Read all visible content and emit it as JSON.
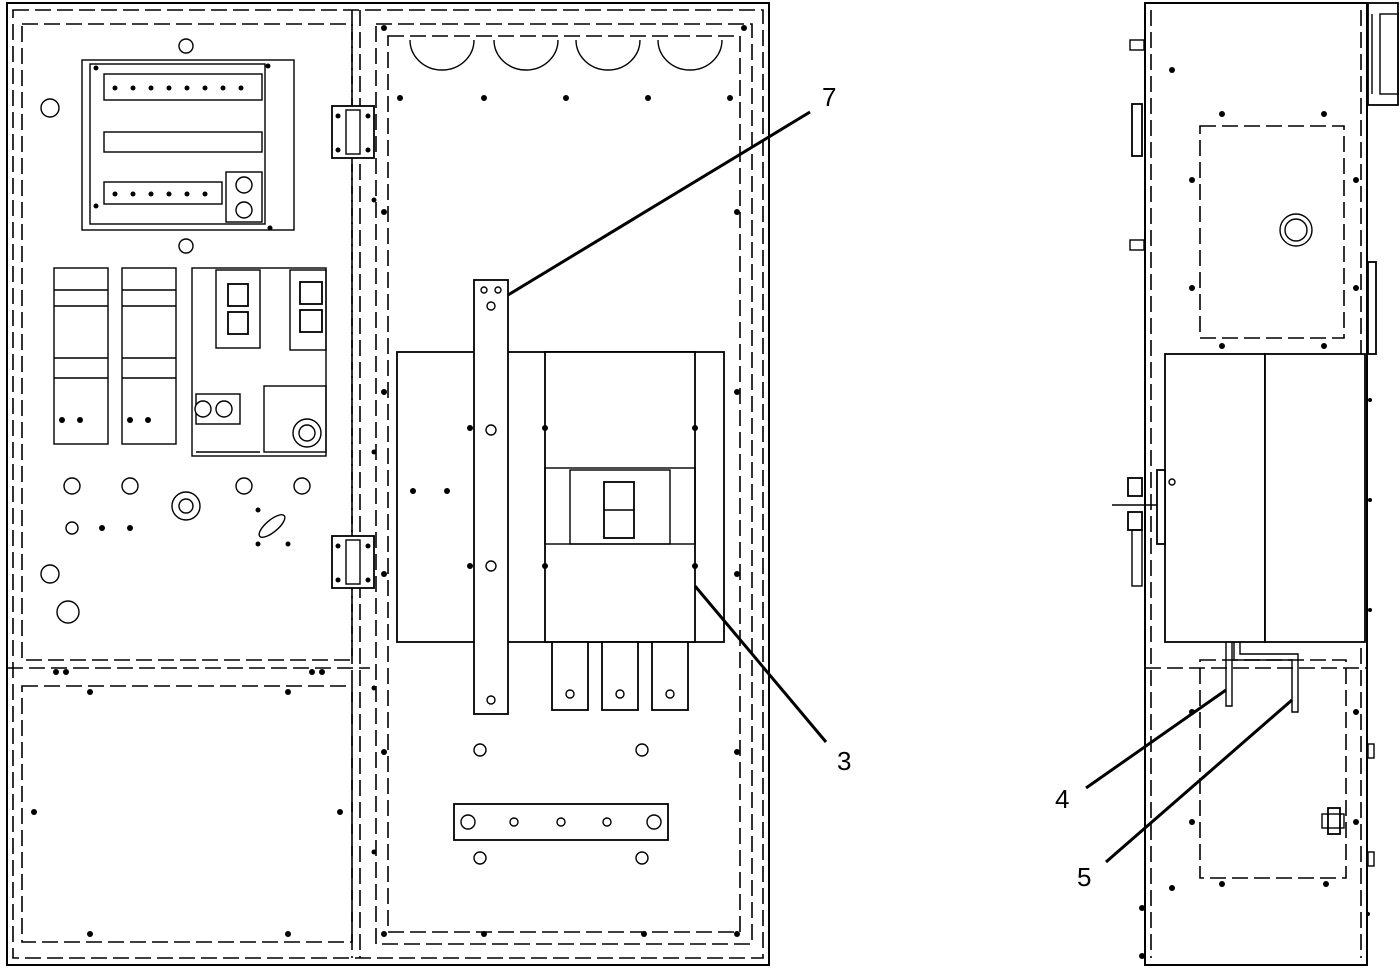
{
  "callouts": {
    "c7": "7",
    "c3": "3",
    "c4": "4",
    "c5": "5"
  }
}
